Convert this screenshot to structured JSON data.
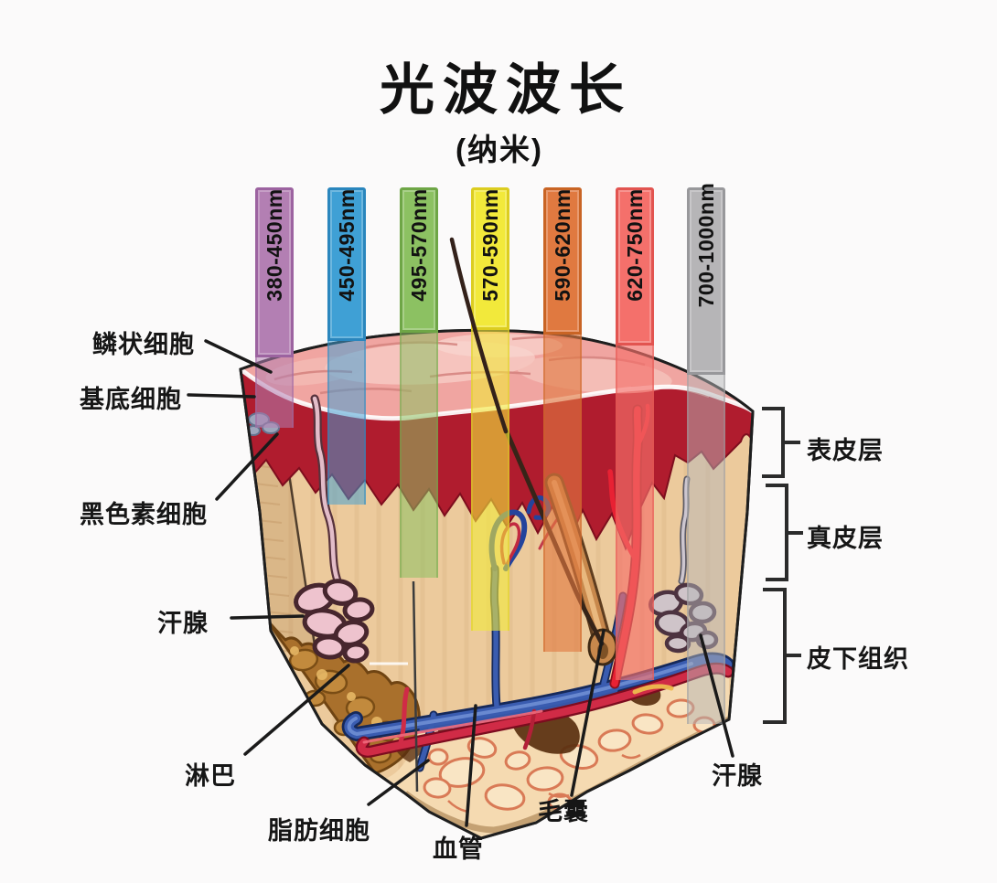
{
  "title": "光波波长",
  "subtitle": "(纳米)",
  "wavelength_bars": [
    {
      "label": "380-450nm",
      "color": "#b37fb3",
      "border": "#9c63a0"
    },
    {
      "label": "450-495nm",
      "color": "#3fa0d5",
      "border": "#2a86bd"
    },
    {
      "label": "495-570nm",
      "color": "#8cc162",
      "border": "#6ea646"
    },
    {
      "label": "570-590nm",
      "color": "#f2e93b",
      "border": "#dccd20"
    },
    {
      "label": "590-620nm",
      "color": "#e07940",
      "border": "#c96424"
    },
    {
      "label": "620-750nm",
      "color": "#f4706b",
      "border": "#e25450"
    },
    {
      "label": "700-1000nm",
      "color": "#b6b5b7",
      "border": "#98989b"
    }
  ],
  "anatomy_labels": {
    "left": [
      "鳞状细胞",
      "基底细胞",
      "黑色素细胞",
      "汗腺",
      "淋巴"
    ],
    "bottom": [
      "脂肪细胞",
      "血管",
      "毛囊",
      "汗腺"
    ],
    "layers": [
      "表皮层",
      "真皮层",
      "皮下组织"
    ]
  }
}
